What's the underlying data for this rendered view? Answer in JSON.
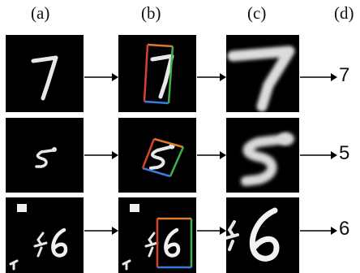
{
  "column_labels": [
    "(a)",
    "(b)",
    "(c)",
    "(d)"
  ],
  "rows": [
    {
      "digit_glyph": "7",
      "prediction": "7"
    },
    {
      "digit_glyph": "5",
      "prediction": "5"
    },
    {
      "digit_glyph": "6",
      "prediction": "6"
    }
  ],
  "colors": {
    "box_orange": "#e07a2a",
    "box_green": "#3fb24a",
    "box_blue": "#3a7be0",
    "box_red": "#d8402e",
    "stroke": "#e8e8e8"
  }
}
